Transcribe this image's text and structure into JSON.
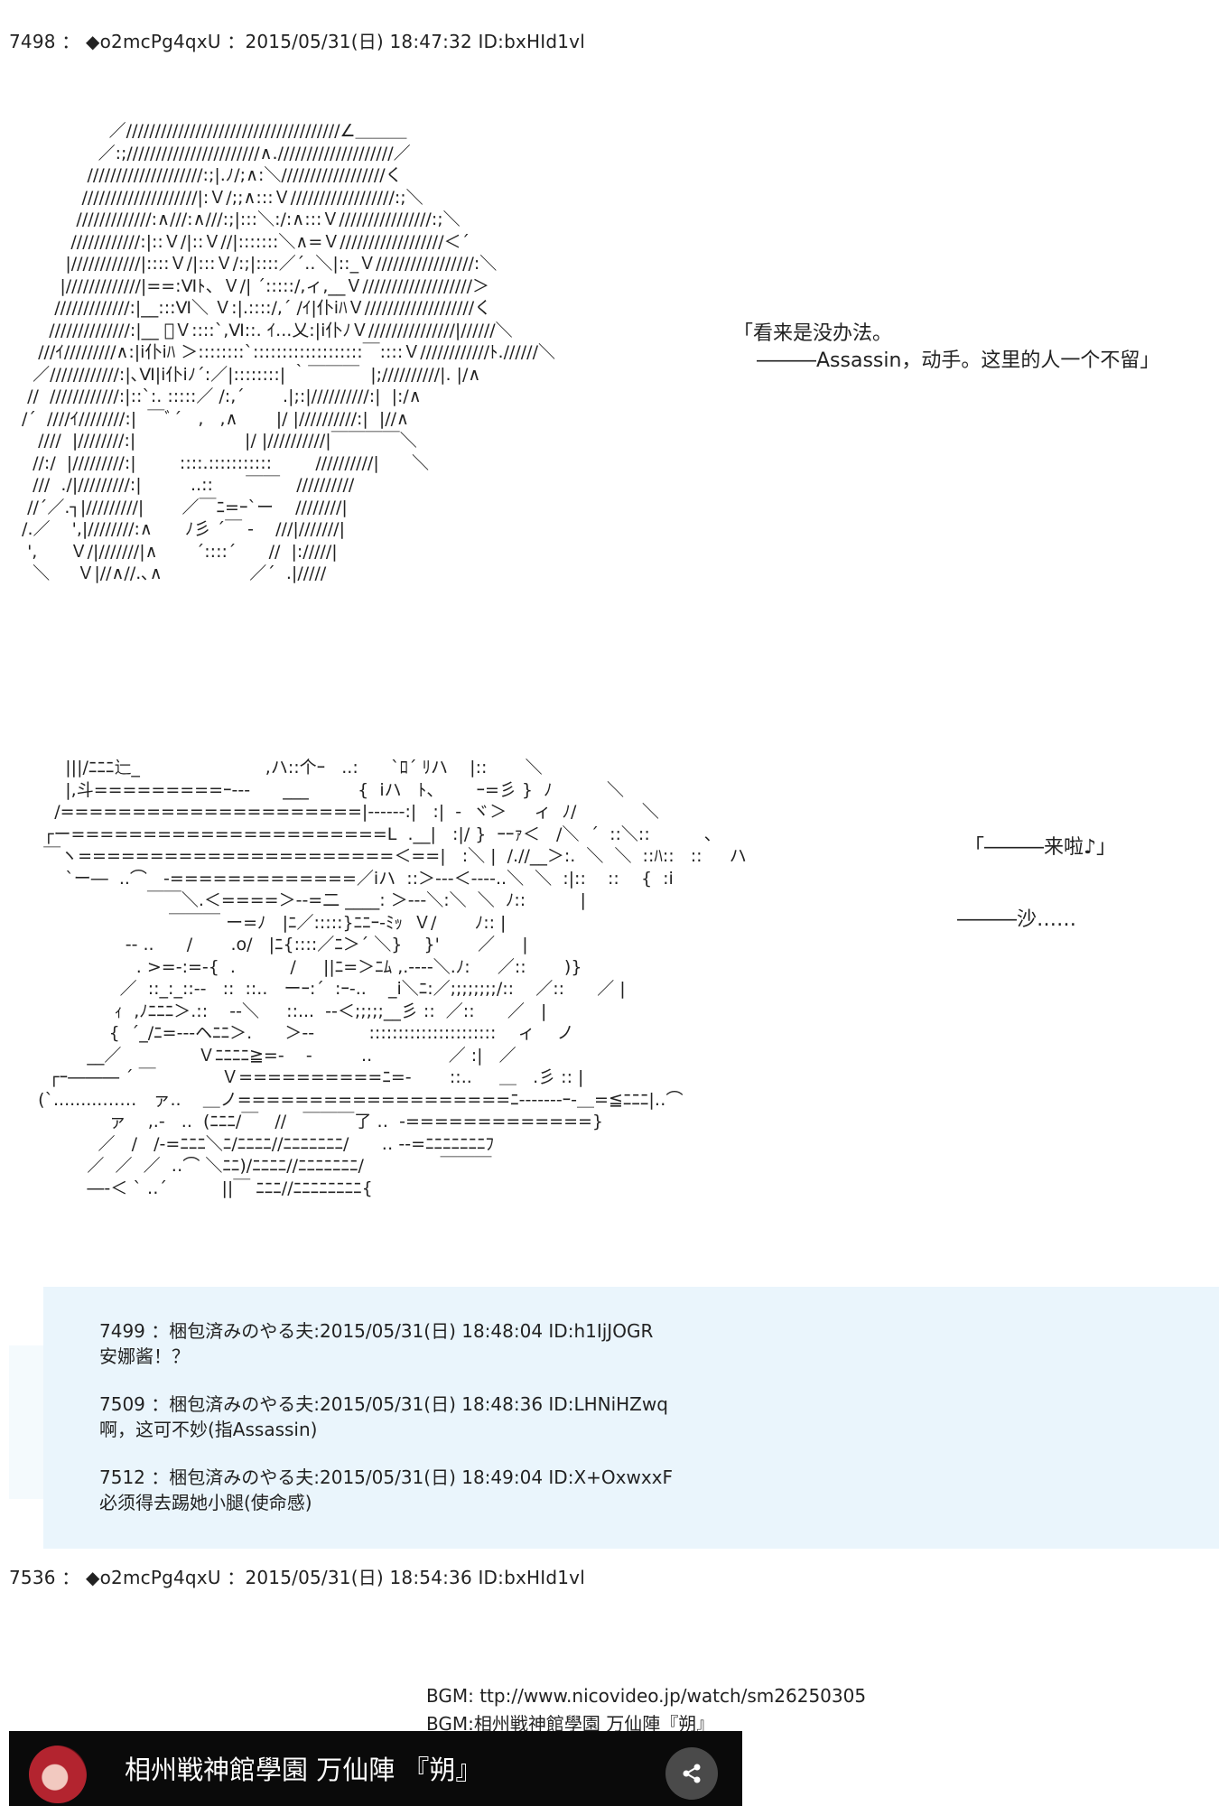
{
  "posts": [
    {
      "header": "7498 ： ◆o2mcPg4qxU ：2015/05/31(日) 18:47:32 ID:bxHId1vl"
    },
    {
      "header": "7536 ： ◆o2mcPg4qxU ：2015/05/31(日) 18:54:36 ID:bxHId1vl"
    }
  ],
  "scene1": {
    "art": "                 ／/////////////////////////////////////∠＿＿＿\n               ／:;///////////////////////∧.////////////////////／\n             ////////////////////:;|.ﾉ/;∧:＼//////////////////く\n            ////////////////////|:Ｖ/;;∧:::Ｖ//////////////////:;＼\n           /////////////:∧///:∧///:;|:::＼:/:∧:::Ｖ////////////////:;＼\n          ////////////:|::Ｖ/|::Ｖ//|:::::::＼∧=Ｖ//////////////////＜´\n         |////////////|::::Ｖ/|:::Ｖ/:;|::::／´..＼|::_Ｖ/////////////////:＼\n        |/////////////|==:Ⅵﾄ、Ｖ/| ´:::::/,ィ,__Ｖ///////////////////＞\n       /////////////:|__:::Ⅵ＼ Ｖ:|.::::/,´ /ｲ|仆iﾊＶ///////////////////く\n      //////////////:|__ ﾞＶ::::`,Ⅵ::. ｲ...乂:|i仆ﾉＶ///////////////|//////＼\n    ///ｲ/////////∧:|i仆iﾊ ＞::::::::`:::::::::::::::::::￣::::Ｖ////////////ﾄ.//////＼\n   ／////////////:|､Ⅵ|i仆iﾉ´:／|::::::::| ｀￣￣￣  |;//////////|. |/∧\n  //  ////////////:|::`:. :::::／ /:,´       .|;:|//////////:|  |:/∧\n /´  ////ｲ////////:|  ￣ﾞ´   ,   ,∧       |/ |//////////:|  |//∧\n    ////  |////////:|                    |/ |//////////|￣￣￣￣＼\n   //:/  |/////////:|        ::::.:::::::::::        //////////|      ＼\n   ///  ./|/////////:|         ..::      ￣￣   //////////\n  //´／.┐|/////////|       ／￣ﾆ=ｰ`ー    ////////|\n /.／    ',|////////:∧      ﾉ彡 ´￣ -    ///|///////|\n  ',      Ｖ/|///////|∧       ´::::´      //  |://///|\n   ＼     Ｖ|//∧//.､∧                ／´  .|/////",
    "dialog_line1": "「看来是没办法。",
    "dialog_line2": "―――Assassin，动手。这里的人一个不留」"
  },
  "scene2": {
    "art": "       |||/ﾆﾆﾆ辷_                       ,ハ::个ｰ   ..:      `ﾛ´ ﾘハ    |::       ＼\n       |,斗=========ｰ---      ___         {  iハ   ﾄ、      ｰ=彡 }  ﾉ          ＼\n     /=====================|------:|   :|  ‐  ヾ＞     ィ  ﾉ/            ＼\n   ┌ー======================L  .__|   :|/ }  ｰｰｧ＜   /＼  ´  ::＼::          ､\n   ￣ヽ======================＜==|   :＼ |  /.//__＞:.  ＼  ＼  ::ﾊ::   ::     ハ\n       `ー―  ..⌒   -=============／iハ  ::＞---＜-‐--..＼  ＼  :|::    ::    {  :i\n                      ￣￣＼.＜====＞--=二 ____: ＞---＼:＼  ＼  ﾉ::          |\n                          ￣￣￣ ー=ﾉ   |ﾆ／:::::}ﾆﾆｰ-ﾐｯ  Ｖ/       ﾉ:: |\n                  -- ..      /       .o/   |ﾆ{::::／ﾆ＞´ ＼}    }'       ／     |\n                    . >=‐:=-{  .          /     ||ﾆ=＞ﾆﾑ ,.--‐-＼.ﾉ:     ／::       )}\n                 ／  ::_:_::--   ::  ::..   ーｰ:´  :ｰ-..    _i＼ﾆ:／;;;;;;;;/::    ／::      ／ |\n                ｨ  ,ﾉﾆﾆﾆ＞.::    --＼     ::...  ‐‐＜;;;;;__彡 ::  ／::      ／   |\n               {  ´_/ﾆ=---ヘﾆﾆ＞.      ＞--          ::::::::::::::::::::::    ィ    ノ\n           __／              Ｖﾆﾆﾆﾆ≧=-    -         ..              ／ :|   ／\n    ┌ｰ――― ´ ￣            Ｖ==========ﾆ=-       ::..     ＿   .彡 :: |\n  (`.........……   ァ..    ＿ノ===================ﾆ-------ｰ-＿=≦ﾆﾆﾆ|‥⌒\n               ァ    ,.-   ..  (ﾆﾆﾆ/￣   //   ￣￣￣了 ‥  -=============}\n             ／   /   /-=ﾆﾆﾆ＼ﾆ/ﾆﾆﾆﾆ//ﾆﾆﾆﾆﾆﾆﾆ/      ‥ -‐=ﾆﾆﾆﾆﾆﾆﾆﾌ\n           ／  ／  ／  ‥⌒ ＼ﾆﾆ)/ﾆﾆﾆﾆ//ﾆﾆﾆﾆﾆﾆﾆ/              ￣￣￣\n           ―‐＜ ` ‥´          ||￣ ﾆﾆﾆ//ﾆﾆﾆﾆﾆﾆﾆﾆ{",
    "dialog_line1": "「―――来啦♪」",
    "dialog_line2": "―――沙……"
  },
  "replies": [
    {
      "header": "7499 ：梱包済みのやる夫:2015/05/31(日) 18:48:04 ID:h1IjJOGR",
      "body": "安娜酱！？"
    },
    {
      "header": "7509 ：梱包済みのやる夫:2015/05/31(日) 18:48:36 ID:LHNiHZwq",
      "body": "啊，这可不妙(指Assassin)"
    },
    {
      "header": "7512 ：梱包済みのやる夫:2015/05/31(日) 18:49:04 ID:X+OxwxxF",
      "body": "必须得去踢她小腿(使命感)"
    }
  ],
  "bgm": {
    "line1": "BGM: ttp://www.nicovideo.jp/watch/sm26250305",
    "line2": "BGM:相州戦神館學園 万仙陣『朔』"
  },
  "video": {
    "title": "相州戦神館學園 万仙陣 『朔』",
    "share_icon": "share-icon"
  }
}
